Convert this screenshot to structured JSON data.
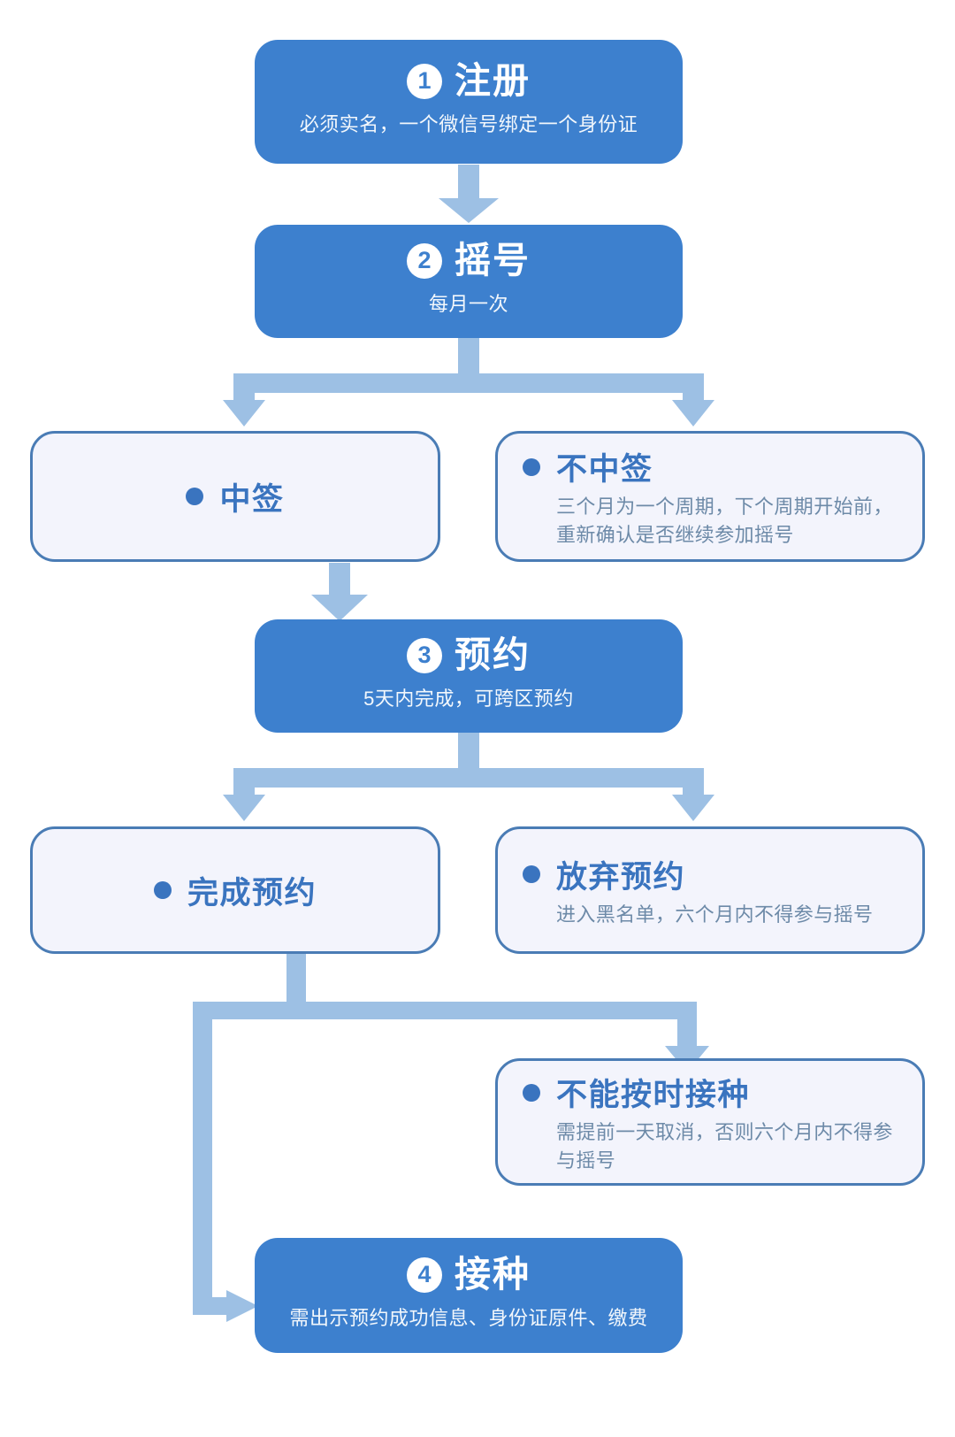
{
  "theme": {
    "primary_blue": "#3d80ce",
    "branch_fill": "#f3f4fc",
    "branch_border": "#4a7cb5",
    "branch_title": "#3a74bf",
    "body_text": "#6d8aa8",
    "connector": "#9dc0e4",
    "page_background": "#ffffff"
  },
  "flow": {
    "steps": [
      {
        "number": "1",
        "number_glyph": "❶",
        "title": "注册",
        "subtitle": "必须实名，一个微信号绑定一个身份证"
      },
      {
        "number": "2",
        "number_glyph": "❷",
        "title": "摇号",
        "subtitle": "每月一次"
      },
      {
        "number": "3",
        "number_glyph": "❸",
        "title": "预约",
        "subtitle": "5天内完成，可跨区预约"
      },
      {
        "number": "4",
        "number_glyph": "❹",
        "title": "接种",
        "subtitle": "需出示预约成功信息、身份证原件、缴费"
      }
    ],
    "branches": [
      {
        "id": "win-lottery",
        "title": "中签",
        "body": ""
      },
      {
        "id": "lose-lottery",
        "title": "不中签",
        "body": "三个月为一个周期，下个周期开始前，重新确认是否继续参加摇号"
      },
      {
        "id": "booking-complete",
        "title": "完成预约",
        "body": ""
      },
      {
        "id": "booking-abandon",
        "title": "放弃预约",
        "body": "进入黑名单，六个月内不得参与摇号"
      },
      {
        "id": "cannot-attend",
        "title": "不能按时接种",
        "body": "需提前一天取消，否则六个月内不得参与摇号"
      }
    ]
  }
}
